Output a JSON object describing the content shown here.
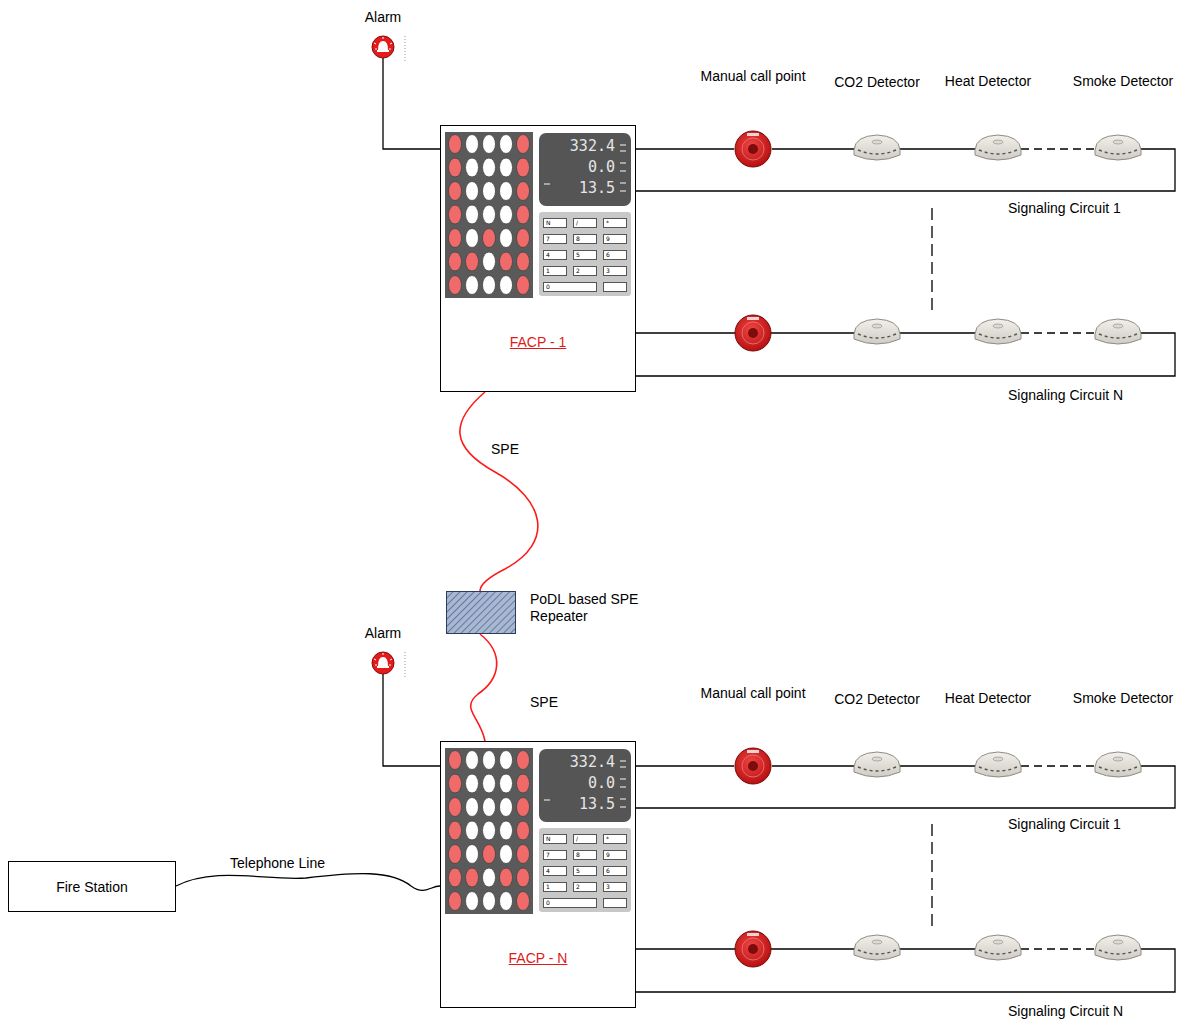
{
  "diagram": {
    "nodes": [
      {
        "text": [
          "Alarm"
        ]
      },
      {
        "text": [
          "FACP - 1"
        ]
      },
      {
        "text": [
          "Manual call point"
        ]
      },
      {
        "text": [
          "CO2 Detector"
        ]
      },
      {
        "text": [
          "Heat Detector"
        ]
      },
      {
        "text": [
          "Smoke Detector"
        ]
      },
      {
        "text": [
          "PoDL based SPE Repeater"
        ]
      },
      {
        "text": [
          "Alarm"
        ]
      },
      {
        "text": [
          "FACP - N"
        ]
      },
      {
        "text": [
          "Manual call point"
        ]
      },
      {
        "text": [
          "CO2 Detector"
        ]
      },
      {
        "text": [
          "Heat Detector"
        ]
      },
      {
        "text": [
          "Smoke Detector"
        ]
      },
      {
        "text": [
          "Fire Station"
        ]
      }
    ],
    "edges": [
      {
        "from": 0,
        "to": 1,
        "arrow": "none"
      },
      {
        "from": 1,
        "to": 2,
        "arrow": "none"
      },
      {
        "from": 2,
        "to": 3,
        "arrow": "none"
      },
      {
        "from": 3,
        "to": 4,
        "arrow": "none"
      },
      {
        "from": 4,
        "to": 5,
        "arrow": "none"
      },
      {
        "from": 5,
        "to": 1,
        "arrow": "none"
      },
      {
        "from": 1,
        "to": 6,
        "label": "SPE",
        "arrow": "none"
      },
      {
        "from": 6,
        "to": 8,
        "label": "SPE",
        "arrow": "none"
      },
      {
        "from": 7,
        "to": 8,
        "arrow": "none"
      },
      {
        "from": 8,
        "to": 9,
        "arrow": "none"
      },
      {
        "from": 9,
        "to": 10,
        "arrow": "none"
      },
      {
        "from": 10,
        "to": 11,
        "arrow": "none"
      },
      {
        "from": 11,
        "to": 12,
        "arrow": "none"
      },
      {
        "from": 12,
        "to": 8,
        "arrow": "none"
      },
      {
        "from": 13,
        "to": 8,
        "label": "Telephone Line",
        "arrow": "none"
      }
    ],
    "labels": [
      "332.4",
      "0.0",
      "13.5",
      "N",
      "/",
      "*",
      "7",
      "8",
      "9",
      "4",
      "5",
      "6",
      "1",
      "2",
      "3",
      "0",
      "Signaling Circuit 1",
      "Signaling Circuit N",
      "332.4",
      "0.0",
      "13.5",
      "N",
      "/",
      "*",
      "7",
      "8",
      "9",
      "4",
      "5",
      "6",
      "1",
      "2",
      "3",
      "0",
      "Signaling Circuit 1",
      "Signaling Circuit N"
    ]
  }
}
